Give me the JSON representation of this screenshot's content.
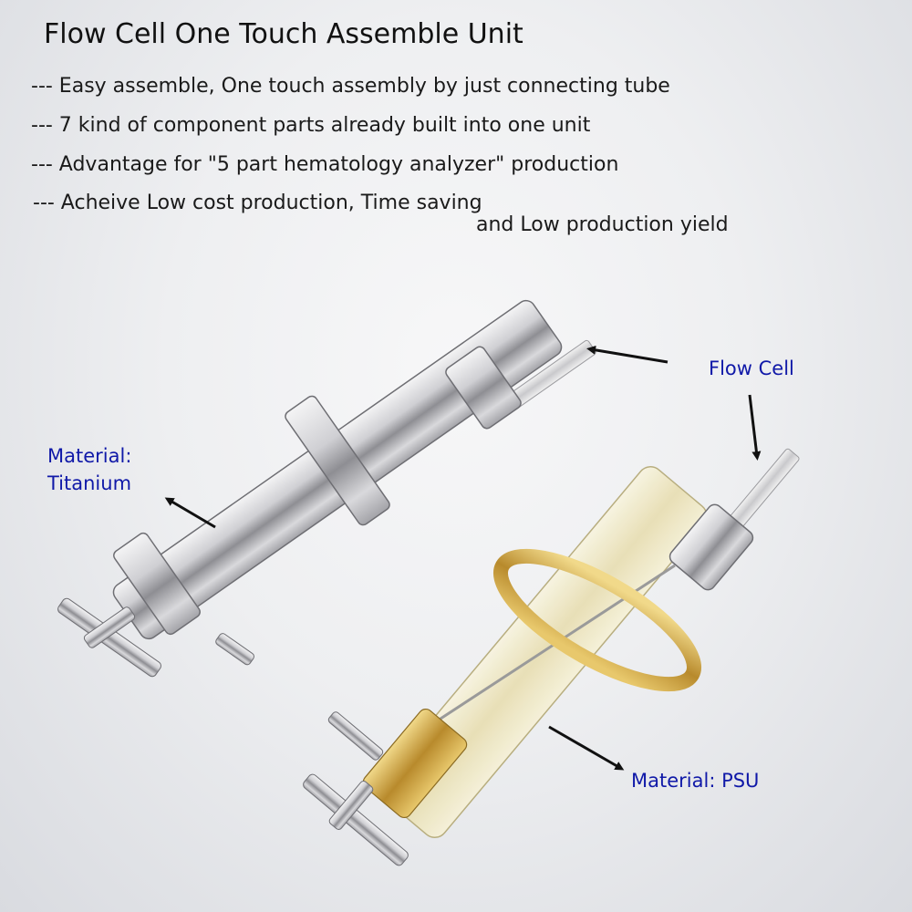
{
  "title": "Flow Cell One Touch Assemble Unit",
  "bullets": [
    "--- Easy assemble, One touch assembly by just connecting tube",
    "--- 7 kind of component parts already built into one unit",
    "--- Advantage for \"5 part hematology analyzer\" production",
    "--- Acheive Low cost production, Time saving"
  ],
  "bullet_continuation": "and Low production yield",
  "labels": {
    "flow_cell": "Flow Cell",
    "material_titanium_line1": "Material:",
    "material_titanium_line2": "Titanium",
    "material_psu": "Material: PSU"
  },
  "colors": {
    "label_blue": "#1019a8",
    "text_dark": "#1a1a1a",
    "metal_light": "#e4e4e6",
    "metal_dark": "#8a8a8e",
    "gold": "#c9a344",
    "psu_clear": "#efe8c6"
  }
}
